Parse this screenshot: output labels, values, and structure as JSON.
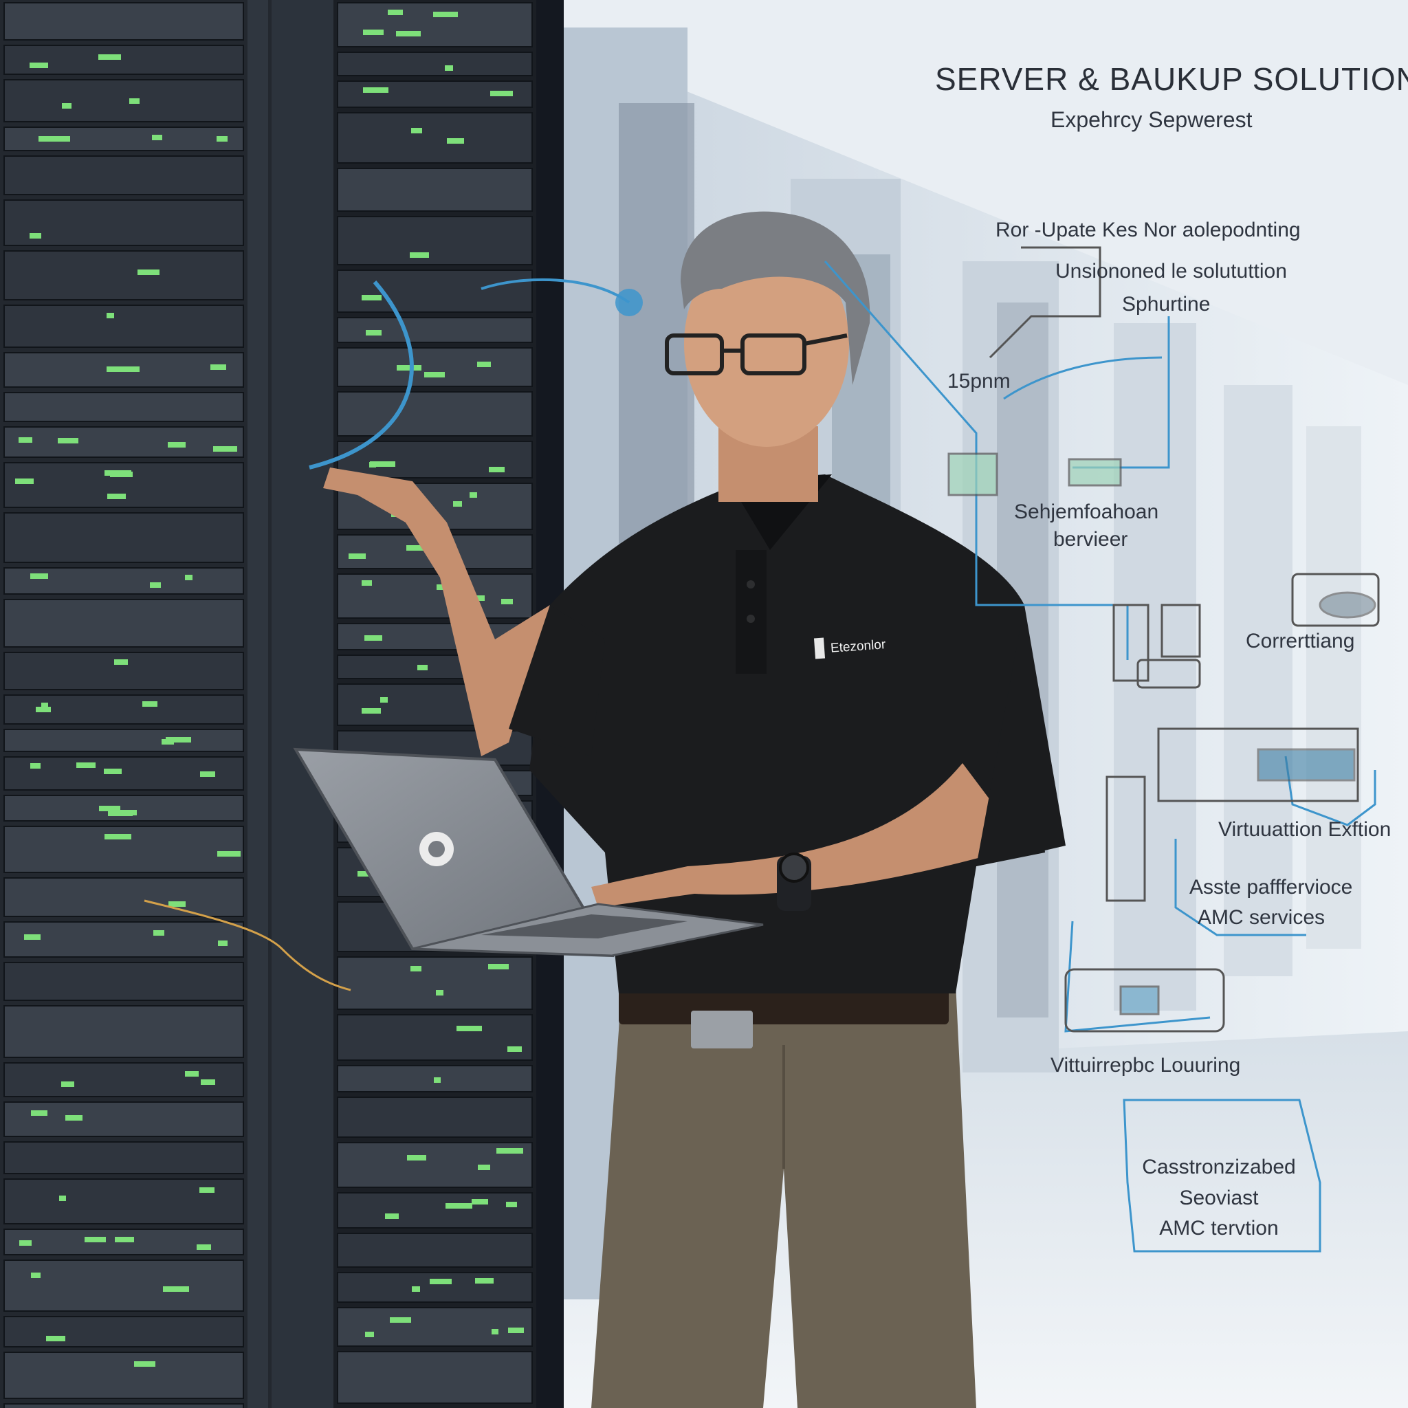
{
  "heading": {
    "title": "SERVER & BAUKUP SOLUTIONS",
    "subtitle": "Expehrcy Sepwerest"
  },
  "diagram_labels": {
    "top_line": "Ror -Upate Kes Nor aolepodnting",
    "line2": "Unsiononed le solututtion",
    "line3": "Sphurtine",
    "time": "15pnm",
    "server_service_1": "Sehjemfoahoan",
    "server_service_2": "bervieer",
    "connecting": "Correrttiang",
    "virtualization": "Virtuuattion Exftion",
    "asset_1": "Asste pafffervioce",
    "asset_2": "AMC services",
    "monitoring": "Vittuirrepbc Louuring",
    "box_1": "Casstronzizabed",
    "box_2": "Seoviast",
    "box_3": "AMC tervtion"
  },
  "shirt_logo": "Etezonlor",
  "colors": {
    "accent_blue": "#3d95cc",
    "led_green": "#7ee07a",
    "rack_dark": "#1f242b",
    "shirt": "#1b1c1e",
    "trousers": "#6b6253"
  }
}
